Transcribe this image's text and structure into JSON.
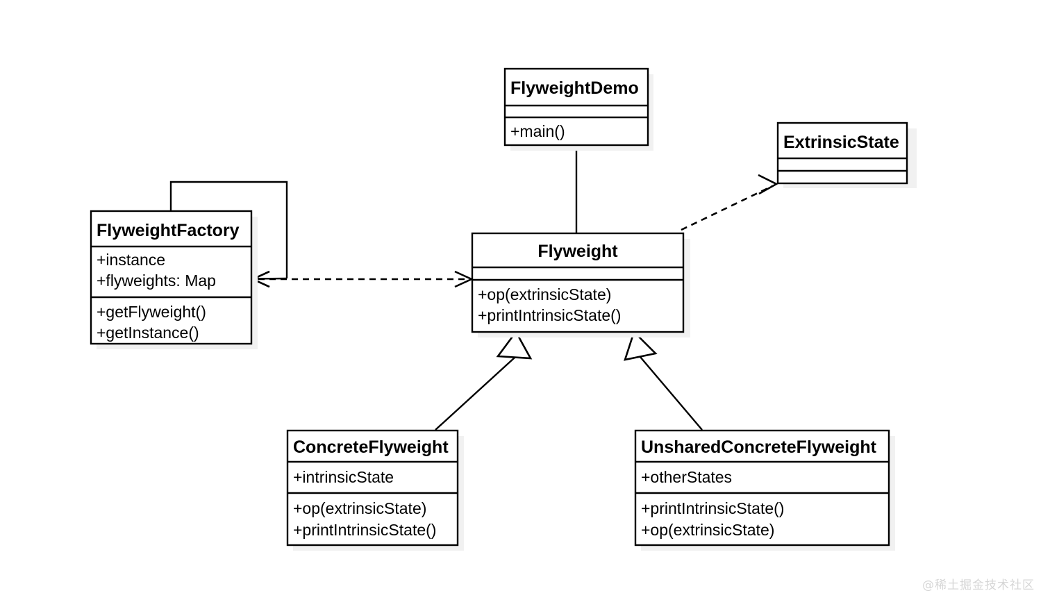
{
  "diagram": {
    "title": "Flyweight Pattern UML Class Diagram",
    "type": "uml-class-diagram",
    "background_color": "#ffffff",
    "line_color": "#000000",
    "shadow_color": "#f1f1f1",
    "classes": [
      {
        "id": "flyweight-demo",
        "name": "FlyweightDemo",
        "title_align": "left",
        "attributes": [],
        "operations": [
          "+main()"
        ]
      },
      {
        "id": "extrinsic-state",
        "name": "ExtrinsicState",
        "title_align": "left",
        "attributes": [],
        "operations": []
      },
      {
        "id": "flyweight-factory",
        "name": "FlyweightFactory",
        "title_align": "left",
        "attributes": [
          "+instance",
          "+flyweights: Map"
        ],
        "operations": [
          "+getFlyweight()",
          "+getInstance()"
        ]
      },
      {
        "id": "flyweight",
        "name": "Flyweight",
        "title_align": "center",
        "attributes": [],
        "operations": [
          "+op(extrinsicState)",
          "+printIntrinsicState()"
        ]
      },
      {
        "id": "concrete-flyweight",
        "name": "ConcreteFlyweight",
        "title_align": "left",
        "attributes": [
          "+intrinsicState"
        ],
        "operations": [
          "+op(extrinsicState)",
          "+printIntrinsicState()"
        ]
      },
      {
        "id": "unshared-concrete-flyweight",
        "name": "UnsharedConcreteFlyweight",
        "title_align": "left",
        "attributes": [
          "+otherStates"
        ],
        "operations": [
          "+printIntrinsicState()",
          "+op(extrinsicState)"
        ]
      }
    ],
    "relationships": [
      {
        "id": "demo-to-flyweight",
        "from": "flyweight-demo",
        "to": "flyweight",
        "kind": "association",
        "line": "solid",
        "arrowhead": "none"
      },
      {
        "id": "flyweight-to-extrinsic-state",
        "from": "flyweight",
        "to": "extrinsic-state",
        "kind": "dependency",
        "line": "dashed",
        "arrowhead": "open"
      },
      {
        "id": "factory-flyweight-dependency",
        "from": "flyweight",
        "to": "flyweight-factory",
        "kind": "dependency",
        "line": "dashed",
        "arrowhead": "open-both"
      },
      {
        "id": "factory-self-reference",
        "from": "flyweight-factory",
        "to": "flyweight-factory",
        "kind": "self-association",
        "line": "solid",
        "arrowhead": "open"
      },
      {
        "id": "concrete-flyweight-generalization",
        "from": "concrete-flyweight",
        "to": "flyweight",
        "kind": "generalization",
        "line": "solid",
        "arrowhead": "hollow-triangle"
      },
      {
        "id": "unshared-concrete-flyweight-generalization",
        "from": "unshared-concrete-flyweight",
        "to": "flyweight",
        "kind": "generalization",
        "line": "solid",
        "arrowhead": "hollow-triangle"
      }
    ]
  },
  "watermark": {
    "text": "@稀土掘金技术社区"
  }
}
